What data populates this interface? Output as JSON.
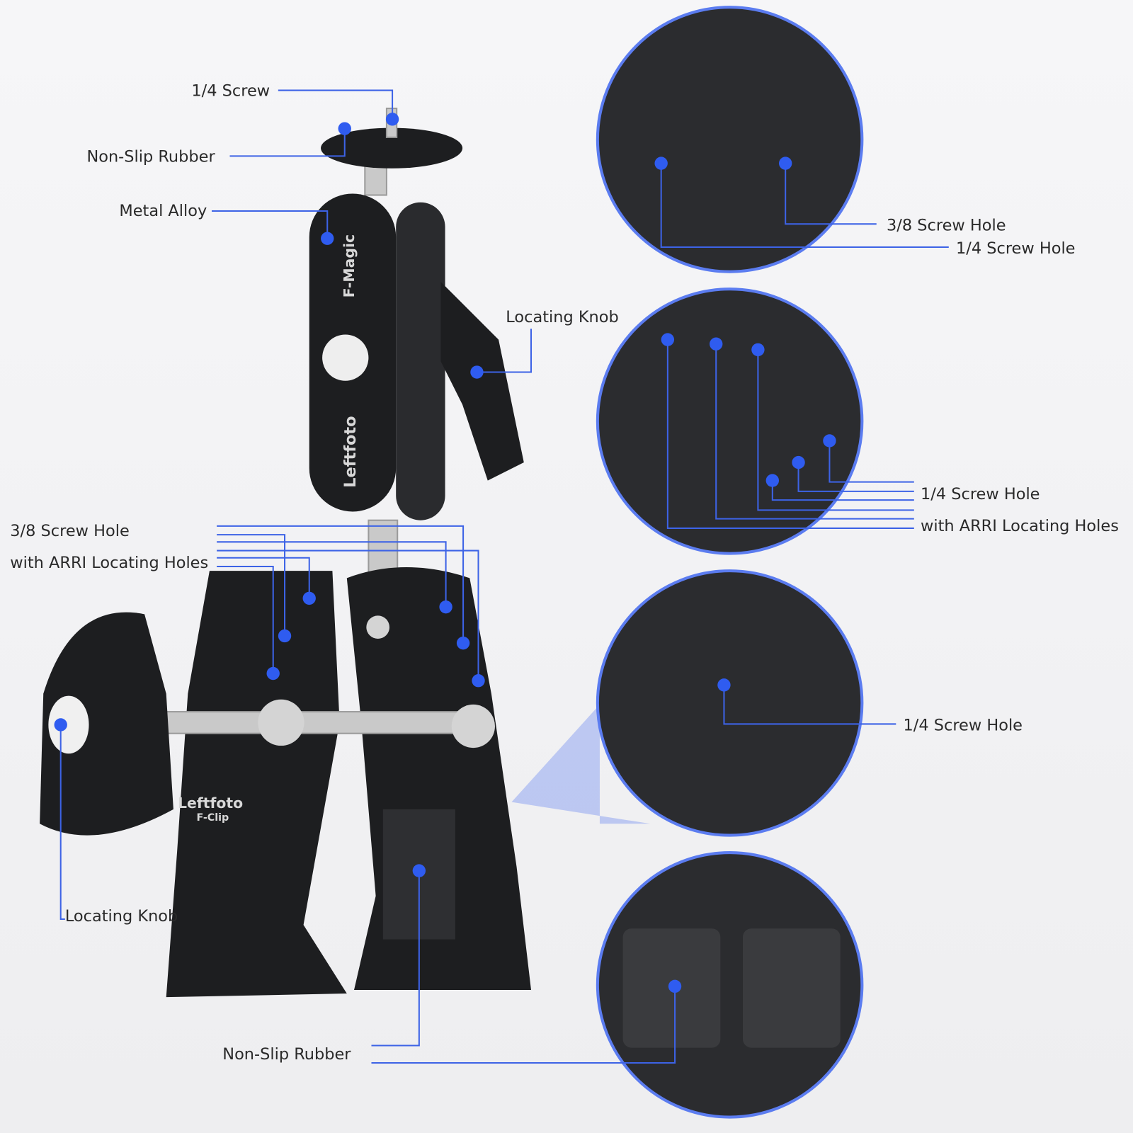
{
  "accent_color": "#3d63e6",
  "labels": {
    "top_screw": "1/4 Screw",
    "top_rubber": "Non-Slip Rubber",
    "metal_alloy": "Metal Alloy",
    "locating_knob_upper": "Locating  Knob",
    "clamp_hole_line1": "3/8  Screw Hole",
    "clamp_hole_line2": "with ARRI  Locating Holes",
    "locating_knob_lower": "Locating  Knob",
    "bottom_rubber": "Non-Slip Rubber",
    "detail1_line1": "3/8  Screw  Hole",
    "detail1_line2": "1/4  Screw  Hole",
    "detail2_line1": "1/4 Screw  Hole",
    "detail2_line2": "with ARRI  Locating Holes",
    "detail3": "1/4  Screw  Hole"
  },
  "logos": {
    "arm_brand": "Leftfoto",
    "arm_model": "F-Magic",
    "clamp_brand": "Leftfoto",
    "clamp_model": "F-Clip"
  }
}
